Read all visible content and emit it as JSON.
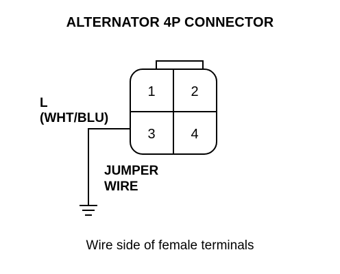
{
  "title": "ALTERNATOR 4P CONNECTOR",
  "wire_label": {
    "line1": "L",
    "line2": "(WHT/BLU)"
  },
  "jumper_label": {
    "line1": "JUMPER",
    "line2": "WIRE"
  },
  "terminals": [
    "1",
    "2",
    "3",
    "4"
  ],
  "caption": "Wire side of female terminals",
  "icons": [
    "ground-icon"
  ]
}
